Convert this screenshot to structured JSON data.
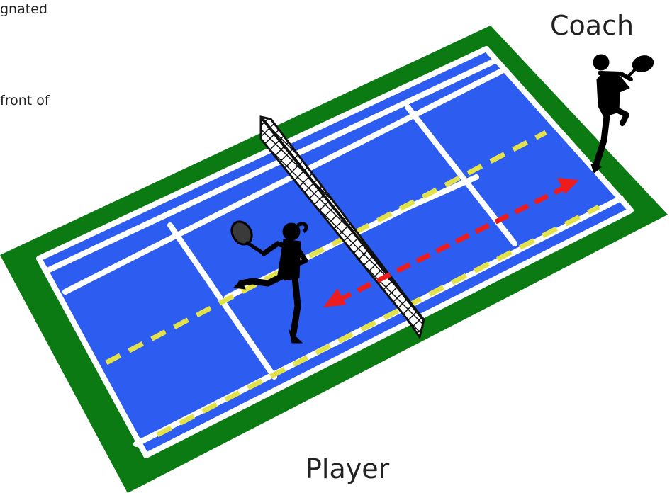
{
  "text_fragments": [
    "gnated",
    "front of"
  ],
  "labels": {
    "coach": "Coach",
    "player": "Player"
  },
  "colors": {
    "surround": "#0b7a12",
    "court": "#2d5cf0",
    "lines": "#ffffff",
    "guide_dashes": "#e3e24a",
    "movement_arrow": "#ee1c1c",
    "net_frame": "#111111",
    "silhouettes": "#000000"
  },
  "icons": {
    "coach": "coach-silhouette-icon",
    "player": "player-silhouette-icon",
    "net": "net-icon",
    "arrow": "double-arrow-icon"
  }
}
